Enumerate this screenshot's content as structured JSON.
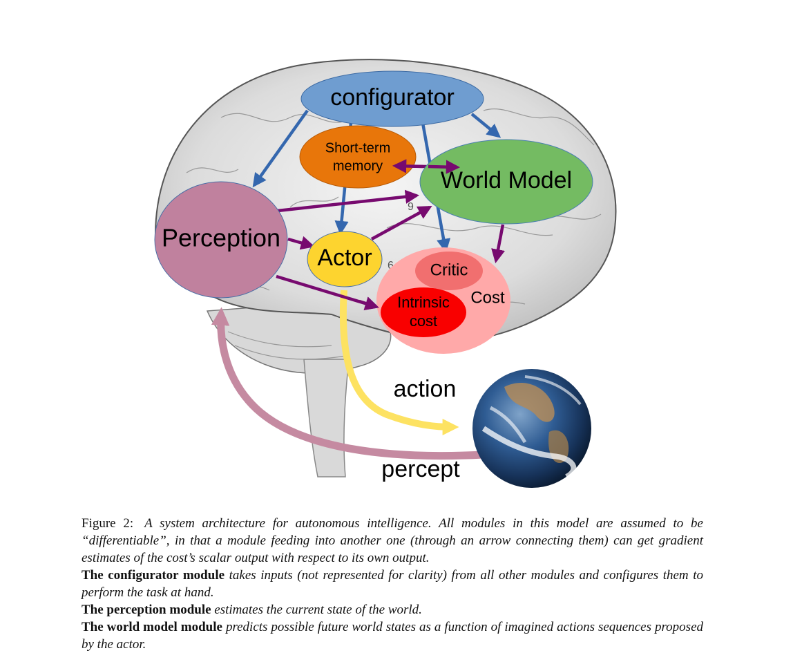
{
  "nodes": {
    "configurator": "configurator",
    "short_term_memory": [
      "Short-term",
      "memory"
    ],
    "world_model": "World Model",
    "perception": "Perception",
    "actor": "Actor",
    "critic": "Critic",
    "cost": "Cost",
    "intrinsic_cost": [
      "Intrinsic",
      "cost"
    ]
  },
  "labels": {
    "action": "action",
    "percept": "percept"
  },
  "brain_marks": {
    "n9": "9",
    "n6": "6"
  },
  "colors": {
    "configurator": "#6f9dd0",
    "short_term_memory": "#e8760a",
    "world_model": "#74bb62",
    "perception": "#c0819e",
    "actor": "#fdd42f",
    "cost": "#ffa9a9",
    "critic": "#f16f6f",
    "intrinsic_cost": "#f90000",
    "blue_arrow": "#3467ae",
    "purple_arrow": "#770a6f",
    "action_arrow": "#fde262",
    "percept_arrow": "#c58aa1"
  },
  "caption": {
    "figure_label": "Figure 2:",
    "figure_text": "A system architecture for autonomous intelligence. All modules in this model are assumed to be “differentiable”, in that a module feeding into another one (through an arrow connecting them) can get gradient estimates of the cost’s scalar output with respect to its own output.",
    "configurator_title": "The configurator module",
    "configurator_text": "takes inputs (not represented for clarity) from all other modules and configures them to perform the task at hand.",
    "perception_title": "The perception module",
    "perception_text": "estimates the current state of the world.",
    "world_model_title": "The world model module",
    "world_model_text": "predicts possible future world states as a function of imagined actions sequences proposed by the actor."
  }
}
